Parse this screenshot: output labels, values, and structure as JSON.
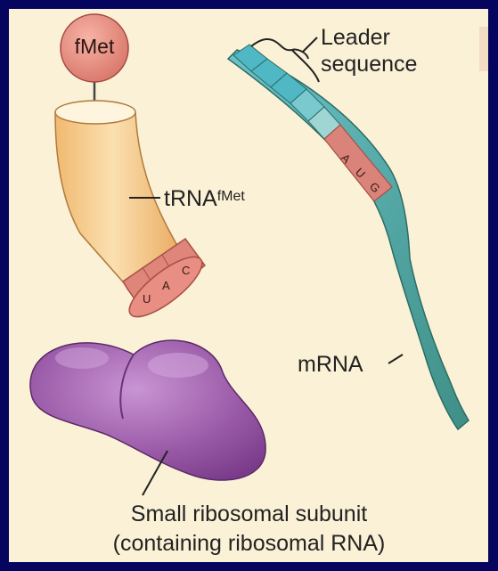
{
  "fmet_label": "fMet",
  "trna_label": {
    "main": "tRNA",
    "superscript": "fMet"
  },
  "anticodon": [
    "U",
    "A",
    "C"
  ],
  "start_codon": [
    "A",
    "U",
    "G"
  ],
  "leader_label": [
    "Leader",
    "sequence"
  ],
  "mrna_label": "mRNA",
  "subunit_label": [
    "Small ribosomal subunit",
    "(containing ribosomal RNA)"
  ],
  "colors": {
    "frame": "#050560",
    "panel": "#fbf1d6",
    "trna": "#f2c27e",
    "anticodon": "#e0857a",
    "mrna_leader": "#4fb8c4",
    "mrna": "#5fa99a",
    "start_codon": "#d9837a",
    "ribosome": "#9a5aa8",
    "fmet": "#e0837a"
  }
}
